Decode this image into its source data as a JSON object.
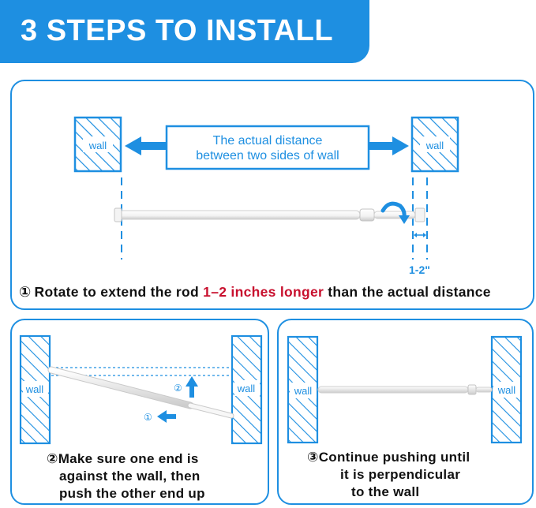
{
  "title": "3 STEPS TO INSTALL",
  "colors": {
    "accent": "#1e8fe1",
    "highlight": "#c8102e",
    "rod": "#ffffff"
  },
  "wall_label": "wall",
  "step1": {
    "distance_line1": "The actual distance",
    "distance_line2": "between two sides of wall",
    "gap_label": "1-2\"",
    "number": "①",
    "text_before": "Rotate to extend the rod ",
    "text_highlight": "1–2 inches longer",
    "text_after": " than the actual distance"
  },
  "step2": {
    "marker_up": "②",
    "marker_left": "①",
    "number": "②",
    "line1": "Make sure one end is",
    "line2": "against the wall, then",
    "line3": "push the other end up"
  },
  "step3": {
    "number": "③",
    "line1": "Continue pushing until",
    "line2": "it is perpendicular",
    "line3": "to the wall"
  }
}
